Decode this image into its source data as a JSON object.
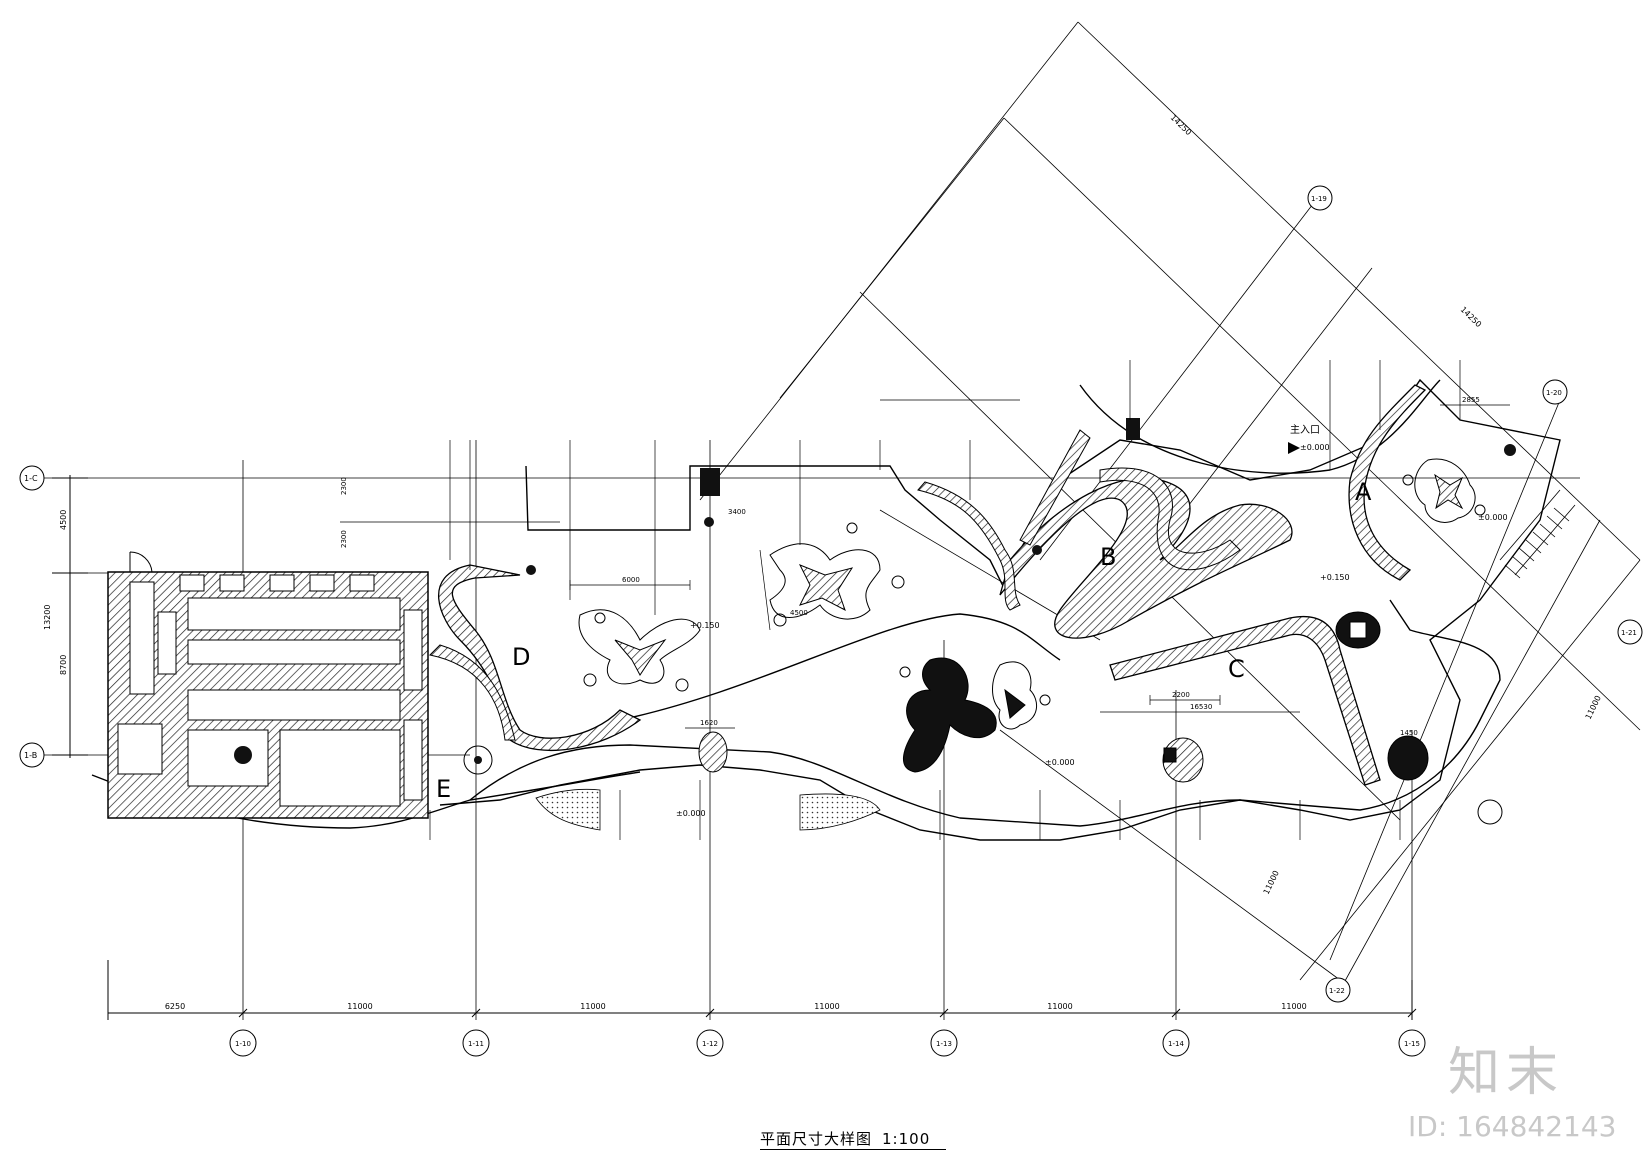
{
  "drawing": {
    "title": "平面尺寸大样图",
    "scale": "1:100"
  },
  "watermark": {
    "logo": "知末",
    "id": "ID: 164842143"
  },
  "zones": [
    "A",
    "B",
    "C",
    "D",
    "E"
  ],
  "entrance": {
    "label": "主入口",
    "elevation": "±0.000"
  },
  "grid": {
    "bottom_axes": [
      "1-10",
      "1-11",
      "1-12",
      "1-13",
      "1-14",
      "1-15"
    ],
    "bottom_spans": [
      "6250",
      "11000",
      "11000",
      "11000",
      "11000",
      "11000"
    ],
    "left_axes": [
      "1-C",
      "1-B"
    ],
    "left_dims": [
      "4500",
      "8700",
      "13200"
    ],
    "rotated_axes": [
      "1-19",
      "1-20",
      "1-21",
      "1-22"
    ],
    "rotated_dims": [
      "14250",
      "14250",
      "11000",
      "11000"
    ]
  },
  "elevations": [
    "+0.150",
    "±0.000",
    "+0.150",
    "±0.000",
    "±0.000"
  ],
  "small_dims": [
    "2300",
    "2300",
    "6000",
    "4500",
    "3400",
    "2855",
    "1450",
    "2200",
    "1620",
    "16530"
  ],
  "colors": {
    "line": "#000000",
    "fill_dark": "#111111",
    "watermark": "#c8c8c8"
  }
}
